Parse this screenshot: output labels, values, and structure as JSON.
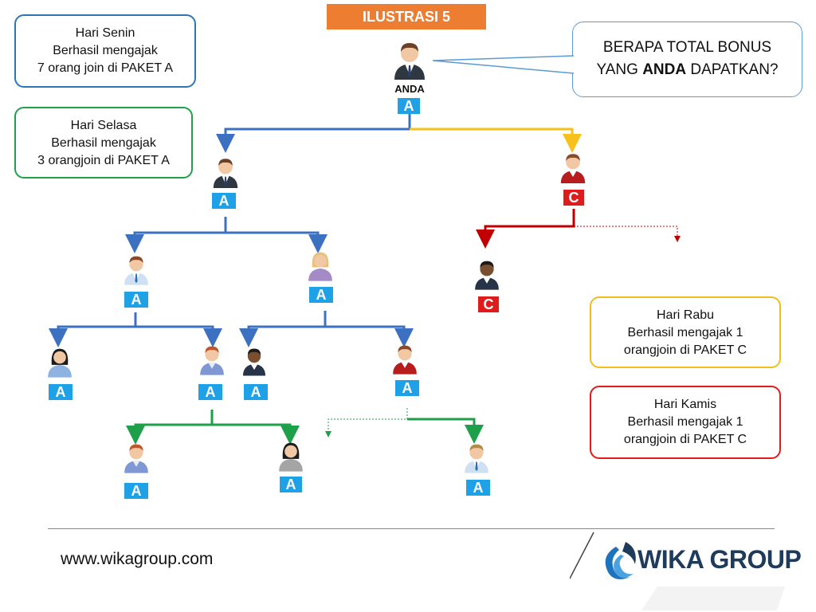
{
  "title": "ILUSTRASI 5",
  "question": {
    "line1": "BERAPA TOTAL BONUS",
    "line2_pre": "YANG ",
    "line2_bold": "ANDA",
    "line2_post": " DAPATKAN?"
  },
  "root_label": "ANDA",
  "notes": [
    {
      "day": "Hari Senin",
      "line2": "Berhasil mengajak",
      "line3": "7 orang join di PAKET A",
      "color": "#2e75b6"
    },
    {
      "day": "Hari Selasa",
      "line2": " Berhasil mengajak",
      "line3": "3 orangjoin di PAKET A",
      "color": "#21a04a"
    },
    {
      "day": "Hari Rabu",
      "line2": "Berhasil mengajak 1",
      "line3": "orangjoin di PAKET C",
      "color": "#f0bd1c"
    },
    {
      "day": "Hari Kamis",
      "line2": "Berhasil mengajak 1",
      "line3": "orangjoin di PAKET C",
      "color": "#e01b1b"
    }
  ],
  "packages": {
    "a": "A",
    "c": "C"
  },
  "line_colors": {
    "blue": "#3c70c0",
    "yellow": "#f7c01a",
    "red": "#c00000",
    "green": "#1ea04a"
  },
  "footer": {
    "url": "www.wikagroup.com",
    "brand": "WIKA GROUP"
  }
}
